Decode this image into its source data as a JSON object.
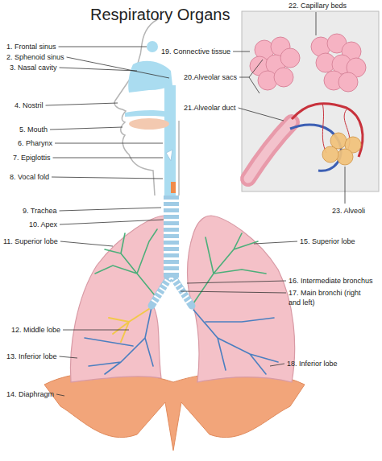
{
  "diagram": {
    "title": "Respiratory Organs",
    "labels": [
      "1. Frontal sinus",
      "2. Sphenoid sinus",
      "3. Nasal cavity",
      "4. Nostril",
      "5. Mouth",
      "6. Pharynx",
      "7. Epiglottis",
      "8. Vocal fold",
      "9. Trachea",
      "10. Apex",
      "11. Superior lobe",
      "12. Middle lobe",
      "13. Inferior lobe",
      "14. Diaphragm",
      "15. Superior lobe",
      "16. Intermediate bronchus",
      "17. Main bronchi (right and left)",
      "18. Inferior lobe",
      "19. Connective tissue",
      "20.Alveolar sacs",
      "21.Alveolar duct",
      "22. Capillary beds",
      "23. Alveoli"
    ]
  }
}
